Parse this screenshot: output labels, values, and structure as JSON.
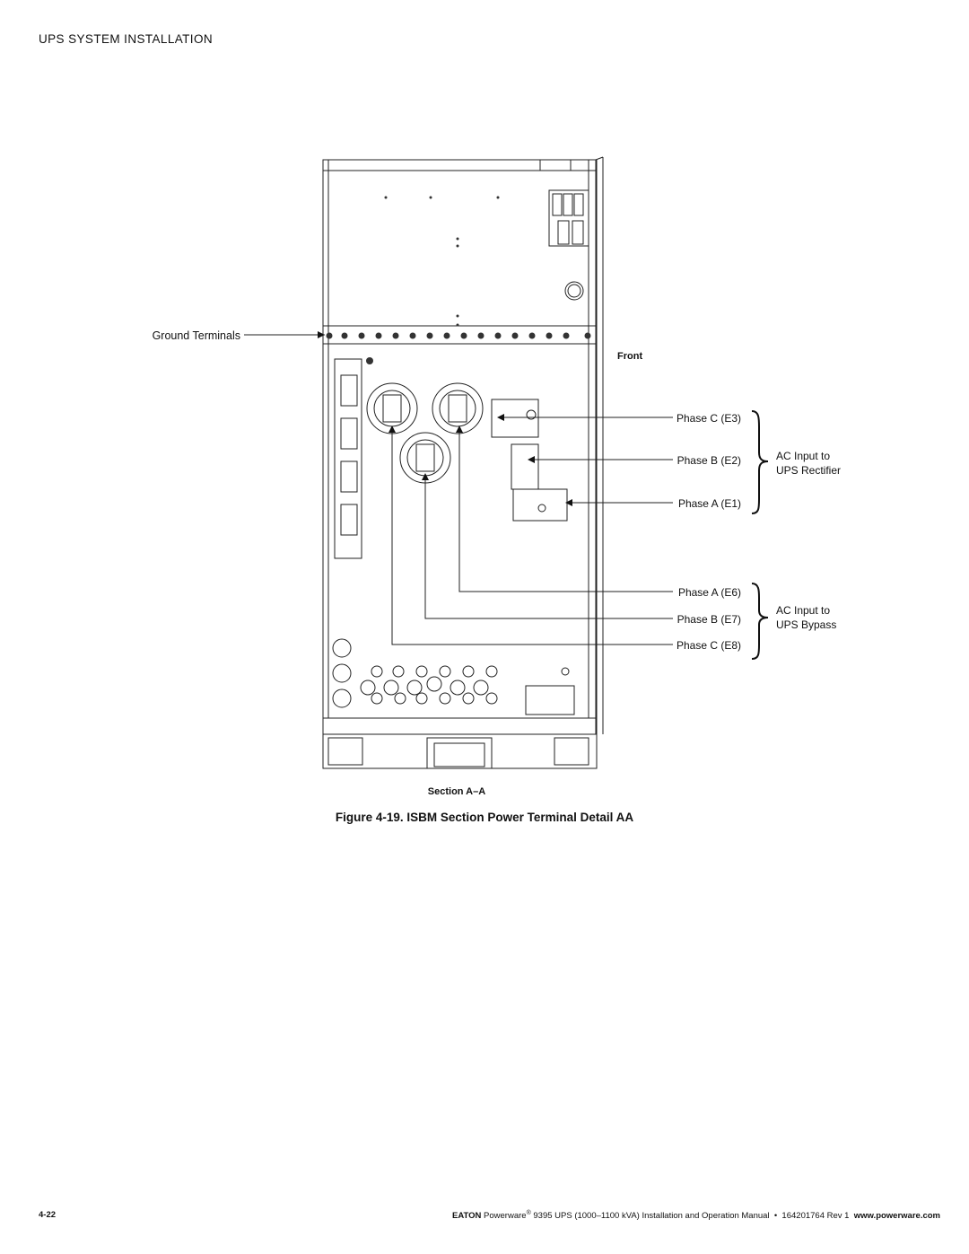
{
  "header": {
    "section_title": "UPS SYSTEM INSTALLATION"
  },
  "figure": {
    "labels": {
      "ground_terminals": "Ground Terminals",
      "front": "Front",
      "phase_c_e3": "Phase C (E3)",
      "phase_b_e2": "Phase B (E2)",
      "phase_a_e1": "Phase A (E1)",
      "ac_input_rectifier_line1": "AC Input to",
      "ac_input_rectifier_line2": "UPS Rectifier",
      "phase_a_e6": "Phase A (E6)",
      "phase_b_e7": "Phase B (E7)",
      "phase_c_e8": "Phase C (E8)",
      "ac_input_bypass_line1": "AC Input to",
      "ac_input_bypass_line2": "UPS Bypass"
    },
    "section_label": "Section A–A",
    "caption": "Figure 4-19. ISBM Section Power Terminal Detail AA"
  },
  "footer": {
    "page_number": "4-22",
    "brand": "EATON",
    "product": "Powerware",
    "registered": "®",
    "manual_text": " 9395 UPS (1000–1100 kVA) Installation and Operation Manual  •  164201764 Rev 1  ",
    "website": "www.powerware.com"
  }
}
